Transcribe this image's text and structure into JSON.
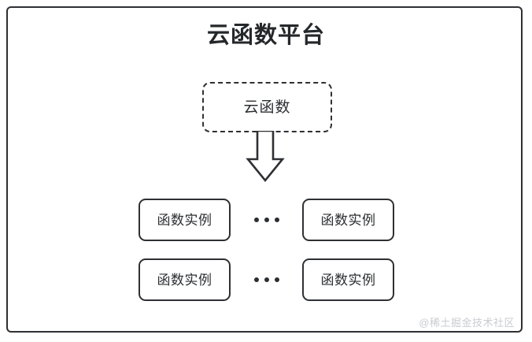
{
  "diagram": {
    "title": "云函数平台",
    "source_watermark": "@稀土掘金技术社区",
    "colors": {
      "stroke": "#2e3033",
      "text": "#2b2e31",
      "background": "#ffffff",
      "watermark": "#c9ccd0"
    },
    "cloud_function_node": {
      "label": "云函数",
      "border_style": "dashed"
    },
    "arrow": {
      "icon": "down-block-arrow",
      "direction": "down"
    },
    "instance_rows": [
      {
        "left_instance": "函数实例",
        "ellipsis": "•••",
        "right_instance": "函数实例"
      },
      {
        "left_instance": "函数实例",
        "ellipsis": "•••",
        "right_instance": "函数实例"
      }
    ]
  }
}
